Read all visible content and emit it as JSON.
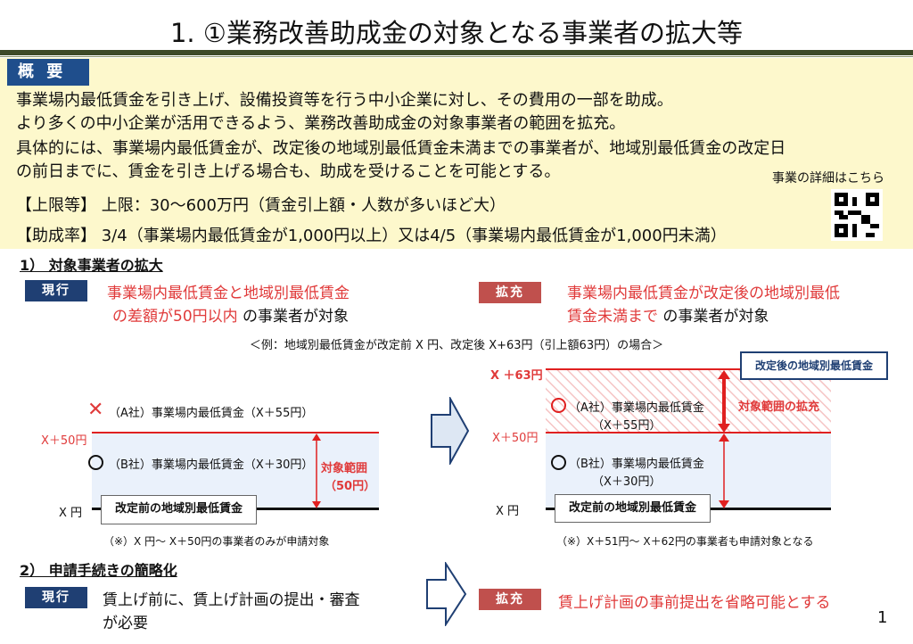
{
  "title": "1. ①業務改善助成金の対象となる事業者の拡大等",
  "overview": {
    "label": "概 要",
    "lines": [
      "事業場内最低賃金を引き上げ、設備投資等を行う中小企業に対し、その費用の一部を助成。",
      "より多くの中小企業が活用できるよう、業務改善助成金の対象事業者の範囲を拡充。",
      "具体的には、事業場内最低賃金が、改定後の地域別最低賃金未満までの事業者が、地域別最低賃金の改定日",
      "の前日までに、賃金を引き上げる場合も、助成を受けることを可能とする。"
    ],
    "details_link": "事業の詳細はこちら",
    "limit": "【上限等】 上限：30～600万円（賃金引上額・人数が多いほど大）",
    "rate": "【助成率】 3/4（事業場内最低賃金が1,000円以上）又は4/5（事業場内最低賃金が1,000円未満）"
  },
  "section1": {
    "heading": "1） 対象事業者の拡大",
    "current_badge": "現行",
    "current_red1": "事業場内最低賃金と地域別最低賃金",
    "current_red2": "の差額が50円以内",
    "current_tail": " の事業者が対象",
    "expand_badge": "拡充",
    "expand_red1": "事業場内最低賃金が改定後の地域別最低",
    "expand_red2": "賃金未満まで",
    "expand_tail": " の事業者が対象",
    "example": "＜例：地域別最低賃金が改定前 X 円、改定後 X+63円（引上額63円）の場合＞",
    "left": {
      "a": "（A社）事業場内最低賃金（X＋55円）",
      "b": "（B社）事業場内最低賃金（X＋30円）",
      "x50": "X＋50円",
      "x0": "X 円",
      "range1": "対象範囲",
      "range2": "（50円）",
      "base": "改定前の地域別最低賃金",
      "note": "（※）X 円～ X＋50円の事業者のみが申請対象"
    },
    "right": {
      "x63": "X ＋63円",
      "x50": "X＋50円",
      "x0": "X 円",
      "a1": "（A社）事業場内最低賃金",
      "a2": "（X＋55円）",
      "b1": "（B社）事業場内最低賃金",
      "b2": "（X＋30円）",
      "after": "改定後の地域別最低賃金",
      "expand": "対象範囲の拡充",
      "base": "改定前の地域別最低賃金",
      "note": "（※）X＋51円～ X＋62円の事業者も申請対象となる"
    }
  },
  "section2": {
    "heading": "2） 申請手続きの簡略化",
    "current_badge": "現行",
    "current1": "賃上げ前に、賃上げ計画の提出・審査",
    "current2": "が必要",
    "expand_badge": "拡充",
    "expand": "賃上げ計画の事前提出を省略可能とする"
  },
  "page_number": "1"
}
